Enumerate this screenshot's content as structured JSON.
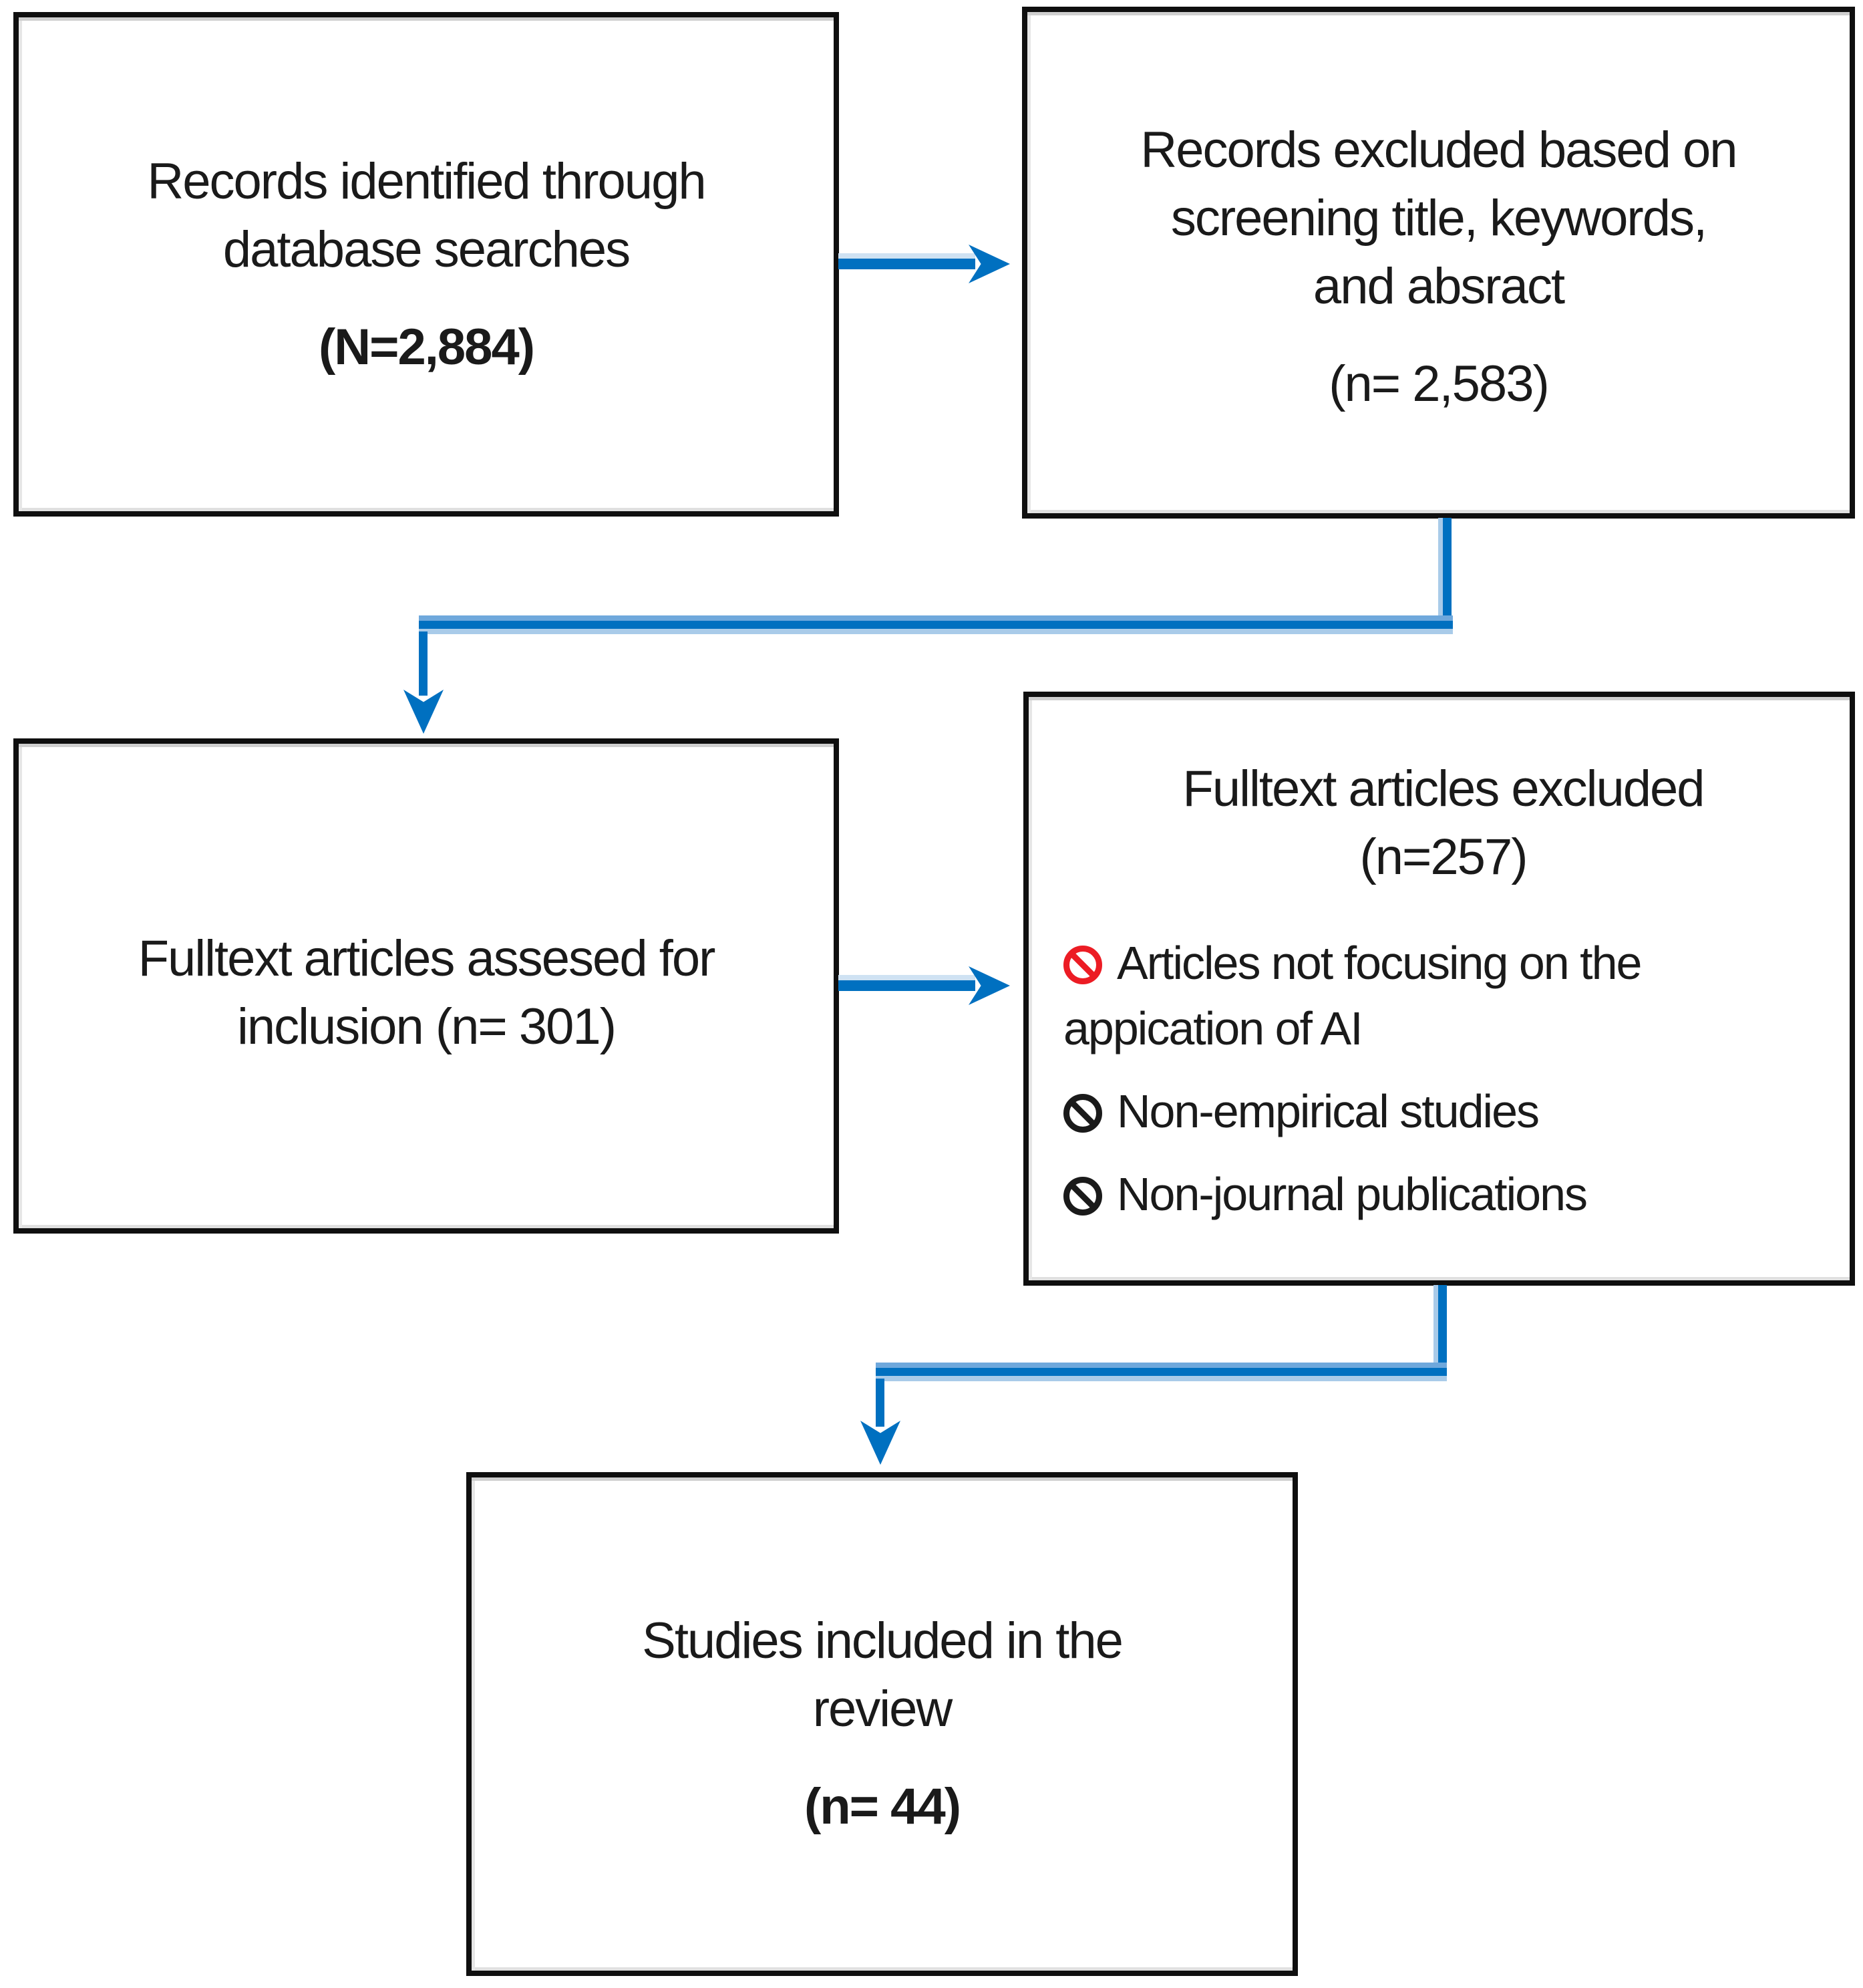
{
  "diagram": {
    "boxes": {
      "identified": {
        "line1": "Records identified through",
        "line2": "database searches",
        "count": "(N=2,884)"
      },
      "screened_excluded": {
        "line1": "Records excluded based on",
        "line2": "screening title, keywords,",
        "line3": "and absract",
        "count": "(n= 2,583)"
      },
      "fulltext_assessed": {
        "line1": "Fulltext articles assesed for",
        "line2": "inclusion (n= 301)"
      },
      "fulltext_excluded": {
        "title1": "Fulltext articles excluded",
        "title2": "(n=257)",
        "reason1_line1": "Articles not focusing on the",
        "reason1_line2": "appication of AI",
        "reason2": "Non-empirical studies",
        "reason3": "Non-journal publications"
      },
      "included": {
        "line1": "Studies included in the",
        "line2": "review",
        "count": "(n= 44)"
      }
    },
    "icons": {
      "exclusion_bullet": "prohibition-sign"
    },
    "colors": {
      "connector_blue": "#0070C0",
      "connector_halo_top": "#6FA8DC",
      "connector_halo_bottom": "#A9CBE9",
      "ban_red": "#EC1C24",
      "ban_black": "#1A1A1A",
      "box_border": "#0F0F0F",
      "text": "#1A1A1A"
    }
  }
}
